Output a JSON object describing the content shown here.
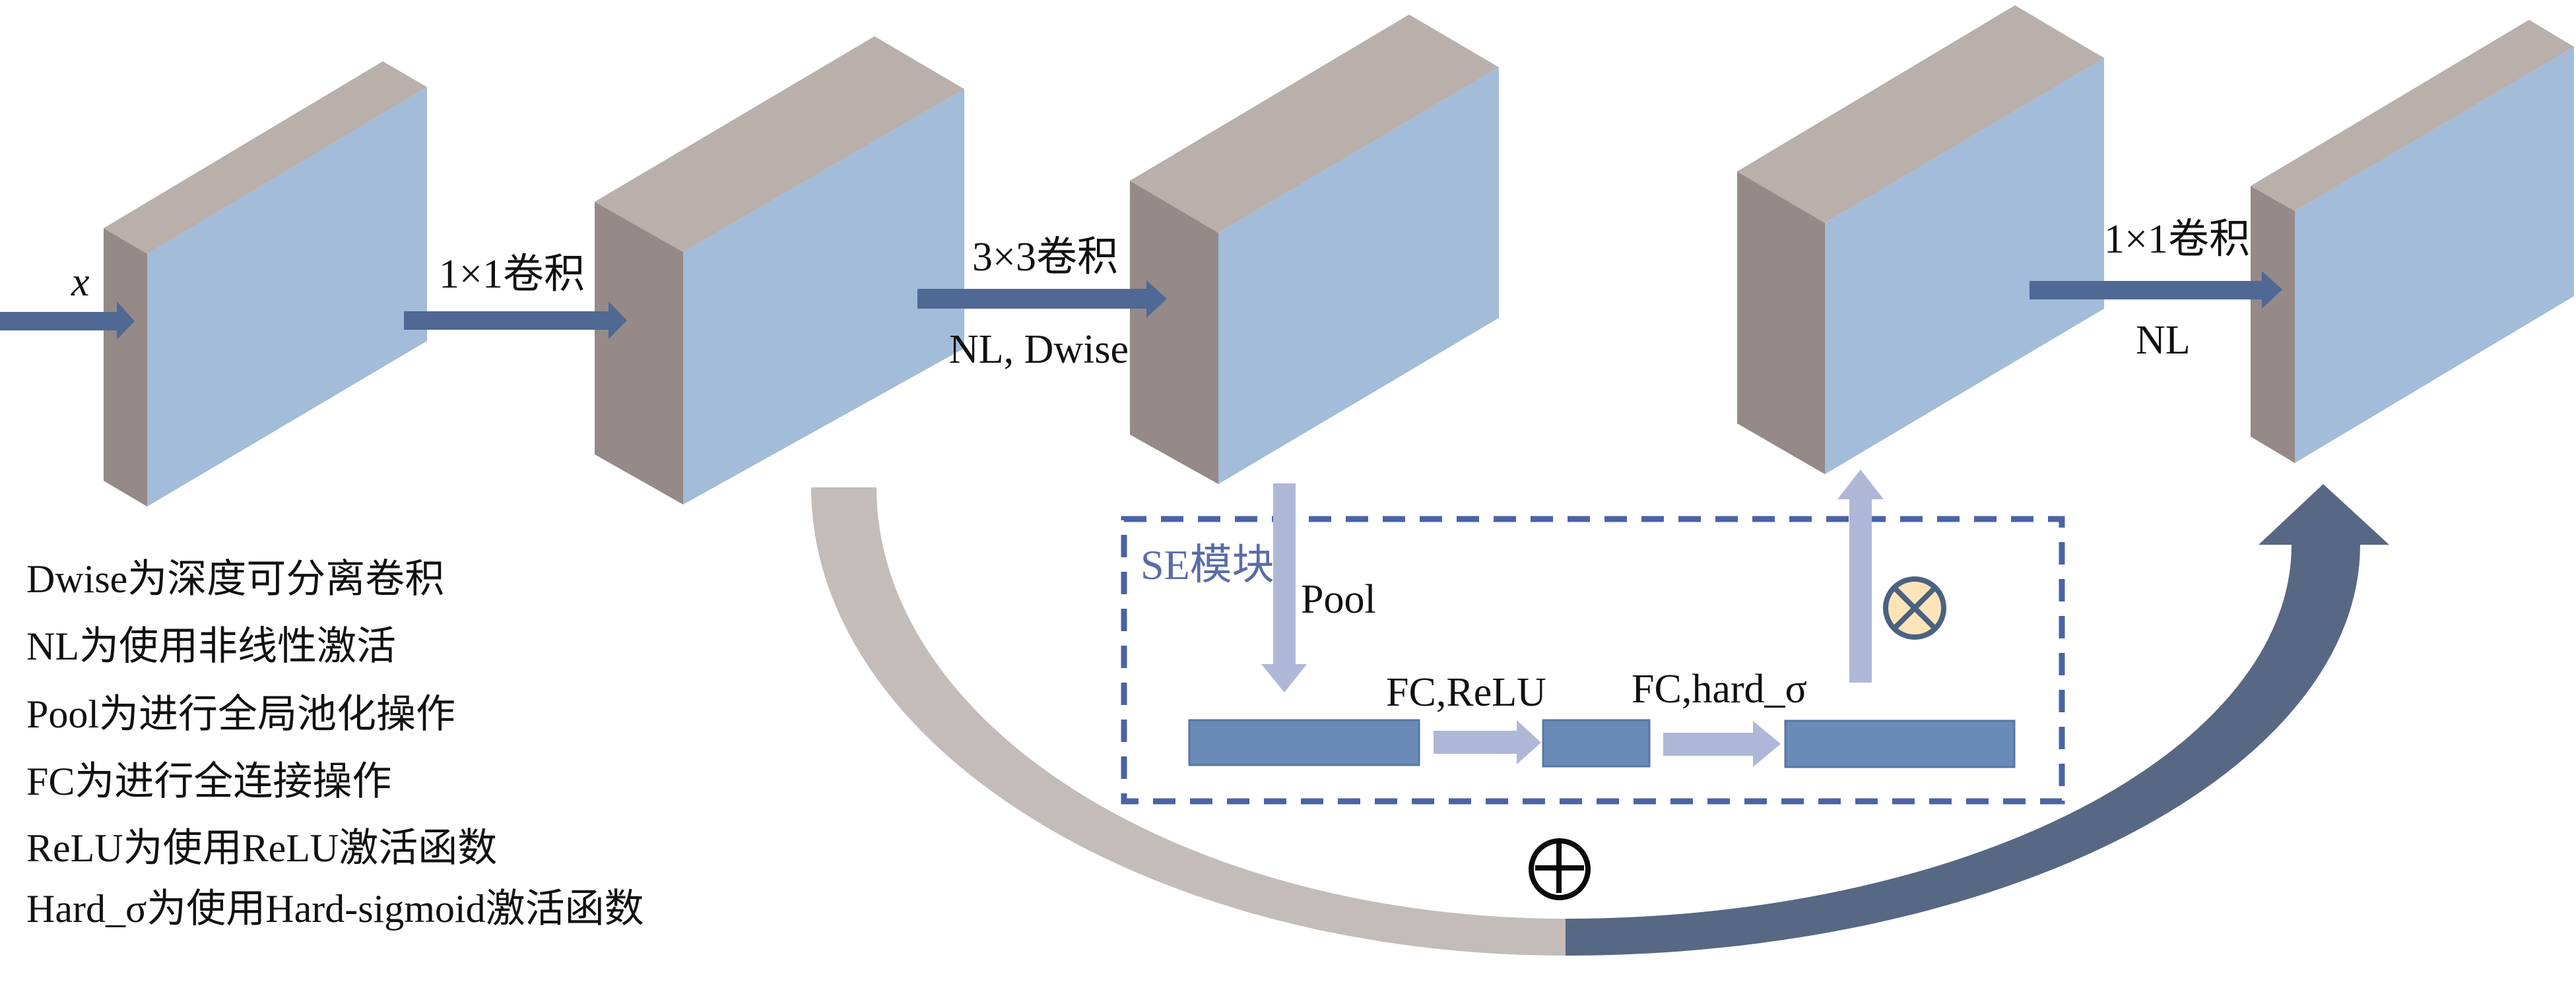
{
  "title": "MobileNetV3 bottleneck block with SE module",
  "input_label": "x",
  "blocks": [
    {
      "name": "input-feature-map"
    },
    {
      "name": "expanded-feature-map"
    },
    {
      "name": "depthwise-feature-map"
    },
    {
      "name": "se-scaled-feature-map"
    },
    {
      "name": "output-feature-map"
    }
  ],
  "steps": {
    "expand": {
      "label": "1×1卷积"
    },
    "depthwise": {
      "label_top": "3×3卷积",
      "label_bottom": "NL, Dwise"
    },
    "project": {
      "label_top": "1×1卷积",
      "label_bottom": "NL"
    }
  },
  "se_module": {
    "title": "SE模块",
    "pool_label": "Pool",
    "fc1_label": "FC,ReLU",
    "fc2_label": "FC,hard_σ",
    "multiply_symbol": "⊗"
  },
  "residual": {
    "add_symbol": "⊕"
  },
  "legend": [
    "Dwise为深度可分离卷积",
    "NL为使用非线性激活",
    "Pool为进行全局池化操作",
    "FC为进行全连接操作",
    "ReLU为使用ReLU激活函数",
    "Hard_σ为使用Hard-sigmoid激活函数"
  ],
  "colors": {
    "block_front": "#a2bcda",
    "block_top": "#b9afab",
    "block_side": "#958a88",
    "main_arrow": "#4f6894",
    "se_arrow": "#aeb8d6",
    "se_bar": "#6a8bb6",
    "se_border": "#4a63a6",
    "residual_left": "#c3bcb8",
    "residual_right": "#566883",
    "multiply_fill": "#fce4b8"
  }
}
